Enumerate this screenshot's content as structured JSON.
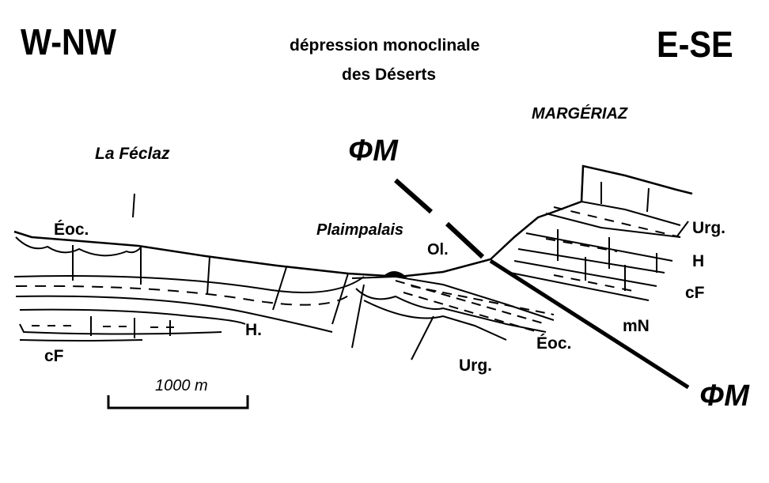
{
  "orientation": {
    "west": "W-NW",
    "east": "E-SE"
  },
  "title": {
    "line1": "dépression monoclinale",
    "line2": "des Déserts"
  },
  "places": {
    "margeriaz": "MARGÉRIAZ",
    "feclaz": "La Féclaz",
    "plaimpalais": "Plaimpalais"
  },
  "fault": {
    "label_top": "ΦM",
    "label_bottom": "ΦM"
  },
  "formations": {
    "eoc_left": "Éoc.",
    "ol": "Ol.",
    "urg_right": "Urg.",
    "h_right": "H",
    "cf_right": "cF",
    "mn": "mN",
    "h_left": "H.",
    "eoc_mid": "Éoc.",
    "cf_left": "cF",
    "urg_mid": "Urg."
  },
  "scale": {
    "label": "1000 m"
  },
  "colors": {
    "ink": "#000000",
    "background": "#ffffff"
  }
}
